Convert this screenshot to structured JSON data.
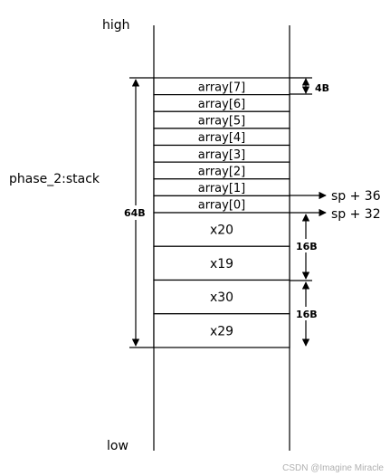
{
  "labels": {
    "high": "high",
    "low": "low",
    "stack_name": "phase_2:stack",
    "total_size": "64B",
    "elem_size": "4B",
    "size_16_a": "16B",
    "size_16_b": "16B",
    "pointer_36": "sp + 36",
    "pointer_32": "sp + 32"
  },
  "array_cells": [
    "array[7]",
    "array[6]",
    "array[5]",
    "array[4]",
    "array[3]",
    "array[2]",
    "array[1]",
    "array[0]"
  ],
  "register_cells": [
    "x20",
    "x19",
    "x30",
    "x29"
  ],
  "watermark": "CSDN @Imagine Miracle"
}
